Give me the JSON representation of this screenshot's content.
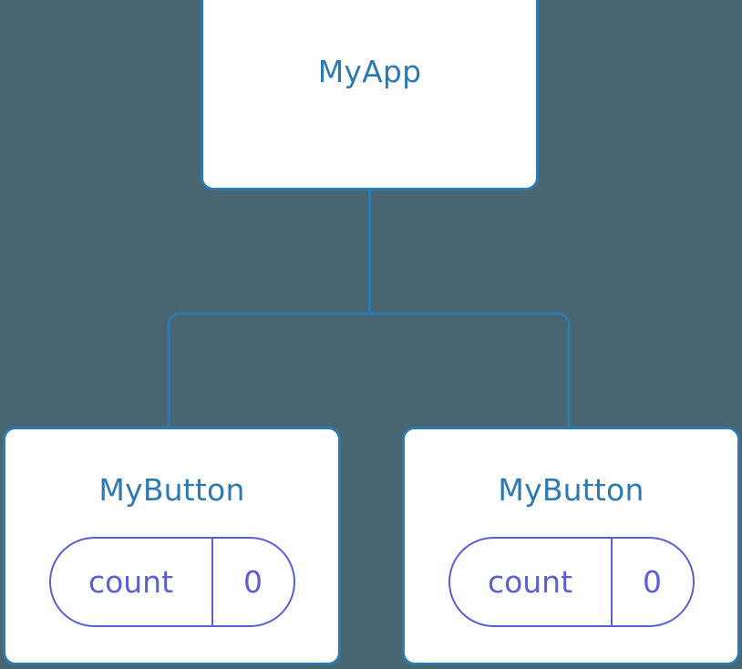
{
  "canvas": {
    "background_color": "#4a6572",
    "node_border_color": "#2c7ab0",
    "node_title_color": "#2c7ab0",
    "node_fill_color": "#ffffff",
    "connector_color": "#2c7ab0",
    "pill_color": "#5b5fd6"
  },
  "tree": {
    "root": {
      "title": "MyApp"
    },
    "children": [
      {
        "title": "MyButton",
        "state": {
          "key": "count",
          "value": "0"
        }
      },
      {
        "title": "MyButton",
        "state": {
          "key": "count",
          "value": "0"
        }
      }
    ]
  }
}
